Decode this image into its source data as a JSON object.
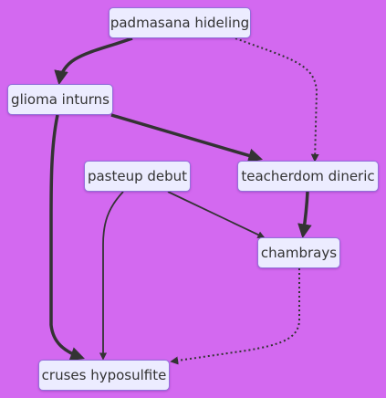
{
  "diagram": {
    "type": "flowchart",
    "nodes": [
      {
        "id": "padmasana",
        "label": "padmasana hideling"
      },
      {
        "id": "glioma",
        "label": "glioma inturns"
      },
      {
        "id": "pasteup",
        "label": "pasteup debut"
      },
      {
        "id": "teacherdom",
        "label": "teacherdom dineric"
      },
      {
        "id": "chambrays",
        "label": "chambrays"
      },
      {
        "id": "cruses",
        "label": "cruses hyposulfite"
      }
    ],
    "edges": [
      {
        "from": "padmasana",
        "to": "glioma",
        "style": "thick"
      },
      {
        "from": "padmasana",
        "to": "teacherdom",
        "style": "dotted"
      },
      {
        "from": "glioma",
        "to": "teacherdom",
        "style": "thick"
      },
      {
        "from": "glioma",
        "to": "cruses",
        "style": "thick"
      },
      {
        "from": "pasteup",
        "to": "chambrays",
        "style": "normal"
      },
      {
        "from": "pasteup",
        "to": "cruses",
        "style": "normal"
      },
      {
        "from": "teacherdom",
        "to": "chambrays",
        "style": "thick"
      },
      {
        "from": "chambrays",
        "to": "cruses",
        "style": "dotted"
      }
    ]
  }
}
